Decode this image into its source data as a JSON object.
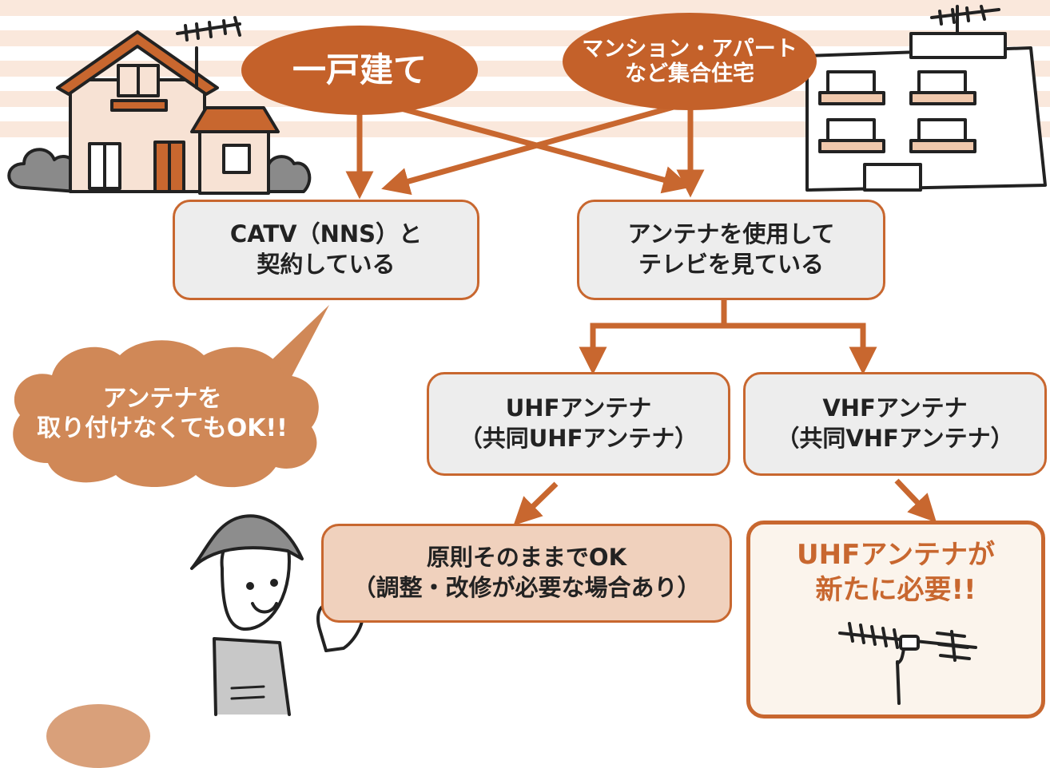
{
  "top": {
    "house": "一戸建て",
    "apartment_line1": "マンション・アパート",
    "apartment_line2": "など集合住宅"
  },
  "boxes": {
    "catv_line1": "CATV（NNS）と",
    "catv_line2": "契約している",
    "antenna_line1": "アンテナを使用して",
    "antenna_line2": "テレビを見ている",
    "uhf_line1": "UHFアンテナ",
    "uhf_line2": "（共同UHFアンテナ）",
    "vhf_line1": "VHFアンテナ",
    "vhf_line2": "（共同VHFアンテナ）",
    "ok_line1": "原則そのままでOK",
    "ok_line2": "（調整・改修が必要な場合あり）",
    "need_line1": "UHFアンテナが",
    "need_line2": "新たに必要!!"
  },
  "cloud": {
    "line1": "アンテナを",
    "line2": "取り付けなくてもOK!!"
  },
  "colors": {
    "accent": "#c8672f",
    "stripe": "#fae8dc"
  },
  "icons": [
    "house-illustration",
    "apartment-illustration",
    "worker-illustration",
    "tv-antenna-icon"
  ]
}
